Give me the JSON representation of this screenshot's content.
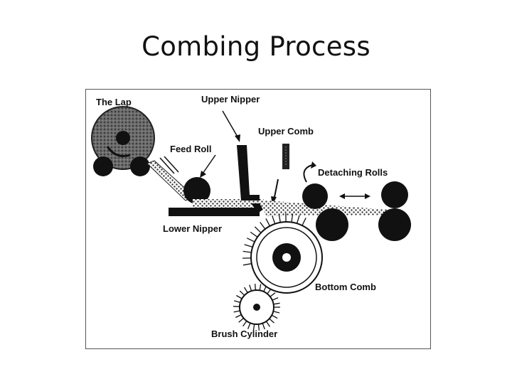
{
  "slide": {
    "title": "Combing Process"
  },
  "diagram": {
    "labels": {
      "lap": "The Lap",
      "upper_nipper": "Upper Nipper",
      "upper_comb": "Upper Comb",
      "feed_roll": "Feed Roll",
      "detaching_rolls": "Detaching Rolls",
      "lower_nipper": "Lower Nipper",
      "bottom_comb": "Bottom Comb",
      "brush_cylinder": "Brush Cylinder"
    }
  }
}
